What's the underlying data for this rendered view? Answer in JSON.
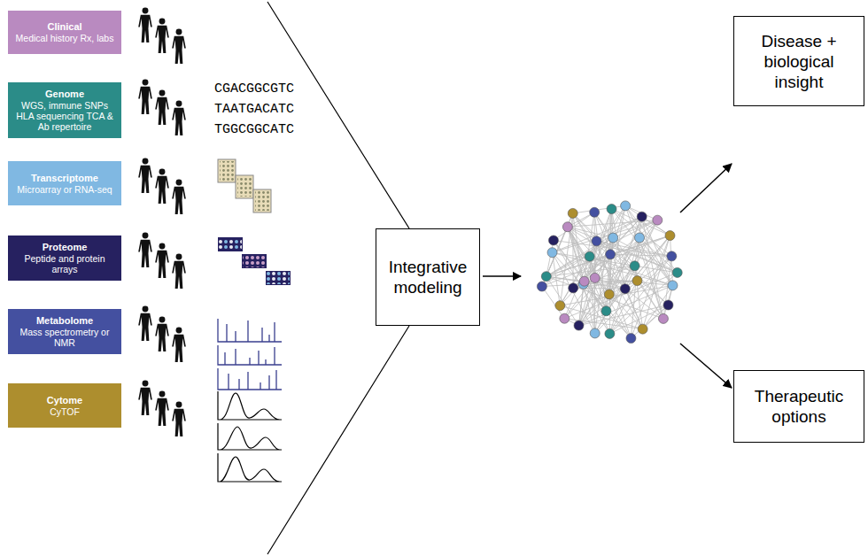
{
  "diagram": {
    "nodes": [
      {
        "text": [
          "Clinical",
          "Medical history Rx, labs"
        ]
      },
      {
        "text": [
          "Genome",
          "WGS, immune SNPs HLA sequencing TCA & Ab repertoire"
        ]
      },
      {
        "text": [
          "Transcriptome",
          "Microarray or RNA-seq"
        ]
      },
      {
        "text": [
          "Proteome",
          "Peptide and protein arrays"
        ]
      },
      {
        "text": [
          "Metabolome",
          "Mass spectrometry or NMR"
        ]
      },
      {
        "text": [
          "Cytome",
          "CyTOF"
        ]
      },
      {
        "text": [
          "Integrative modeling"
        ]
      },
      {
        "text": [
          "Disease + biological insight"
        ]
      },
      {
        "text": [
          "Therapeutic options"
        ]
      }
    ],
    "labels": [
      "CGACGGCGTC",
      "TAATGACATC",
      "TGGCGGCATC"
    ]
  }
}
